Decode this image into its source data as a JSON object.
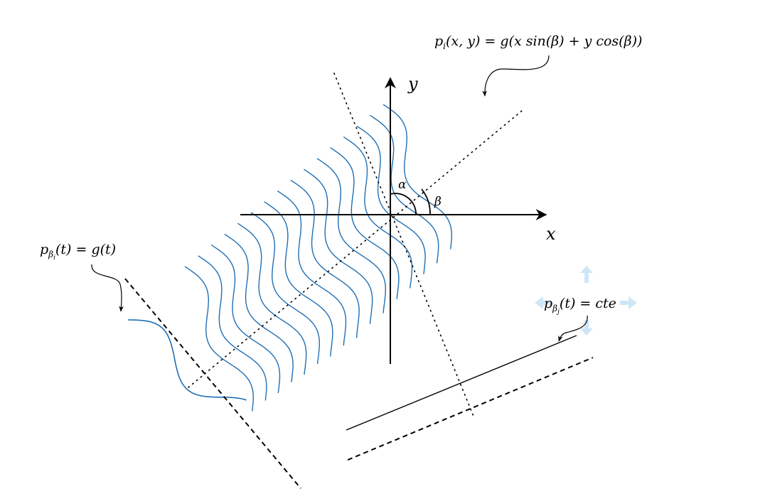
{
  "labels": {
    "axis_x": "x",
    "axis_y": "y",
    "angle_alpha": "α",
    "angle_beta": "β"
  },
  "formula_top": {
    "p": "p",
    "sub": "i",
    "args": "(x, y) = g(x sin(β) + y cos(β))"
  },
  "formula_left": {
    "p": "p",
    "sub_main": "β",
    "sub_sub": "i",
    "rest": "(t) = g(t)"
  },
  "formula_right": {
    "p": "p",
    "sub_main": "β",
    "sub_sub": "j",
    "rest": "(t) = cte"
  },
  "colors": {
    "wave": "#1f6fb4",
    "axis": "#000000",
    "move_handle": "#cfe6f7"
  },
  "icons": {
    "move_handle": "move-arrows-icon"
  }
}
